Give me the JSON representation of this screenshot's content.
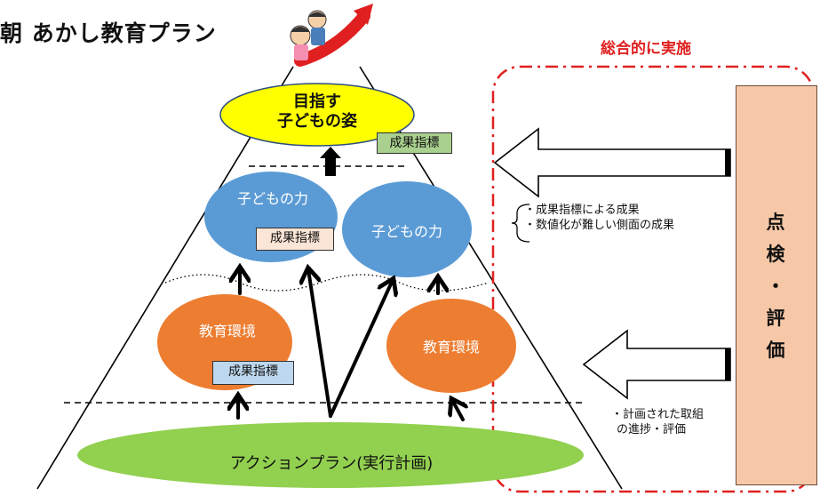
{
  "title": "朝 あかし教育プラン",
  "implementation_label": "総合的に実施",
  "goal": {
    "line1": "目指す",
    "line2": "子どもの姿"
  },
  "indicator_label": "成果指標",
  "child_power": "子どもの力",
  "education_environment": "教育環境",
  "action_plan": "アクションプラン(実行計画)",
  "evaluation_panel": {
    "chars": [
      "点",
      "検",
      "・",
      "評",
      "価"
    ]
  },
  "notes": {
    "outcomes": [
      "・成果指標による成果",
      "・数値化が難しい側面の成果"
    ],
    "progress": [
      "・計画された取組",
      "の進捗・評価"
    ]
  },
  "colors": {
    "goal_fill": "#ffff00",
    "child_fill": "#5b9bd5",
    "environment_fill": "#ed7d31",
    "action_fill": "#92d050",
    "indicator_green": "#a9d08e",
    "indicator_peach": "#fbe5d6",
    "indicator_blue": "#bdd7ee",
    "evaluation_fill": "#f7c8a8",
    "accent_red": "#e02020"
  },
  "icons": [
    "children-climbing-icon",
    "up-arrow-icon"
  ]
}
